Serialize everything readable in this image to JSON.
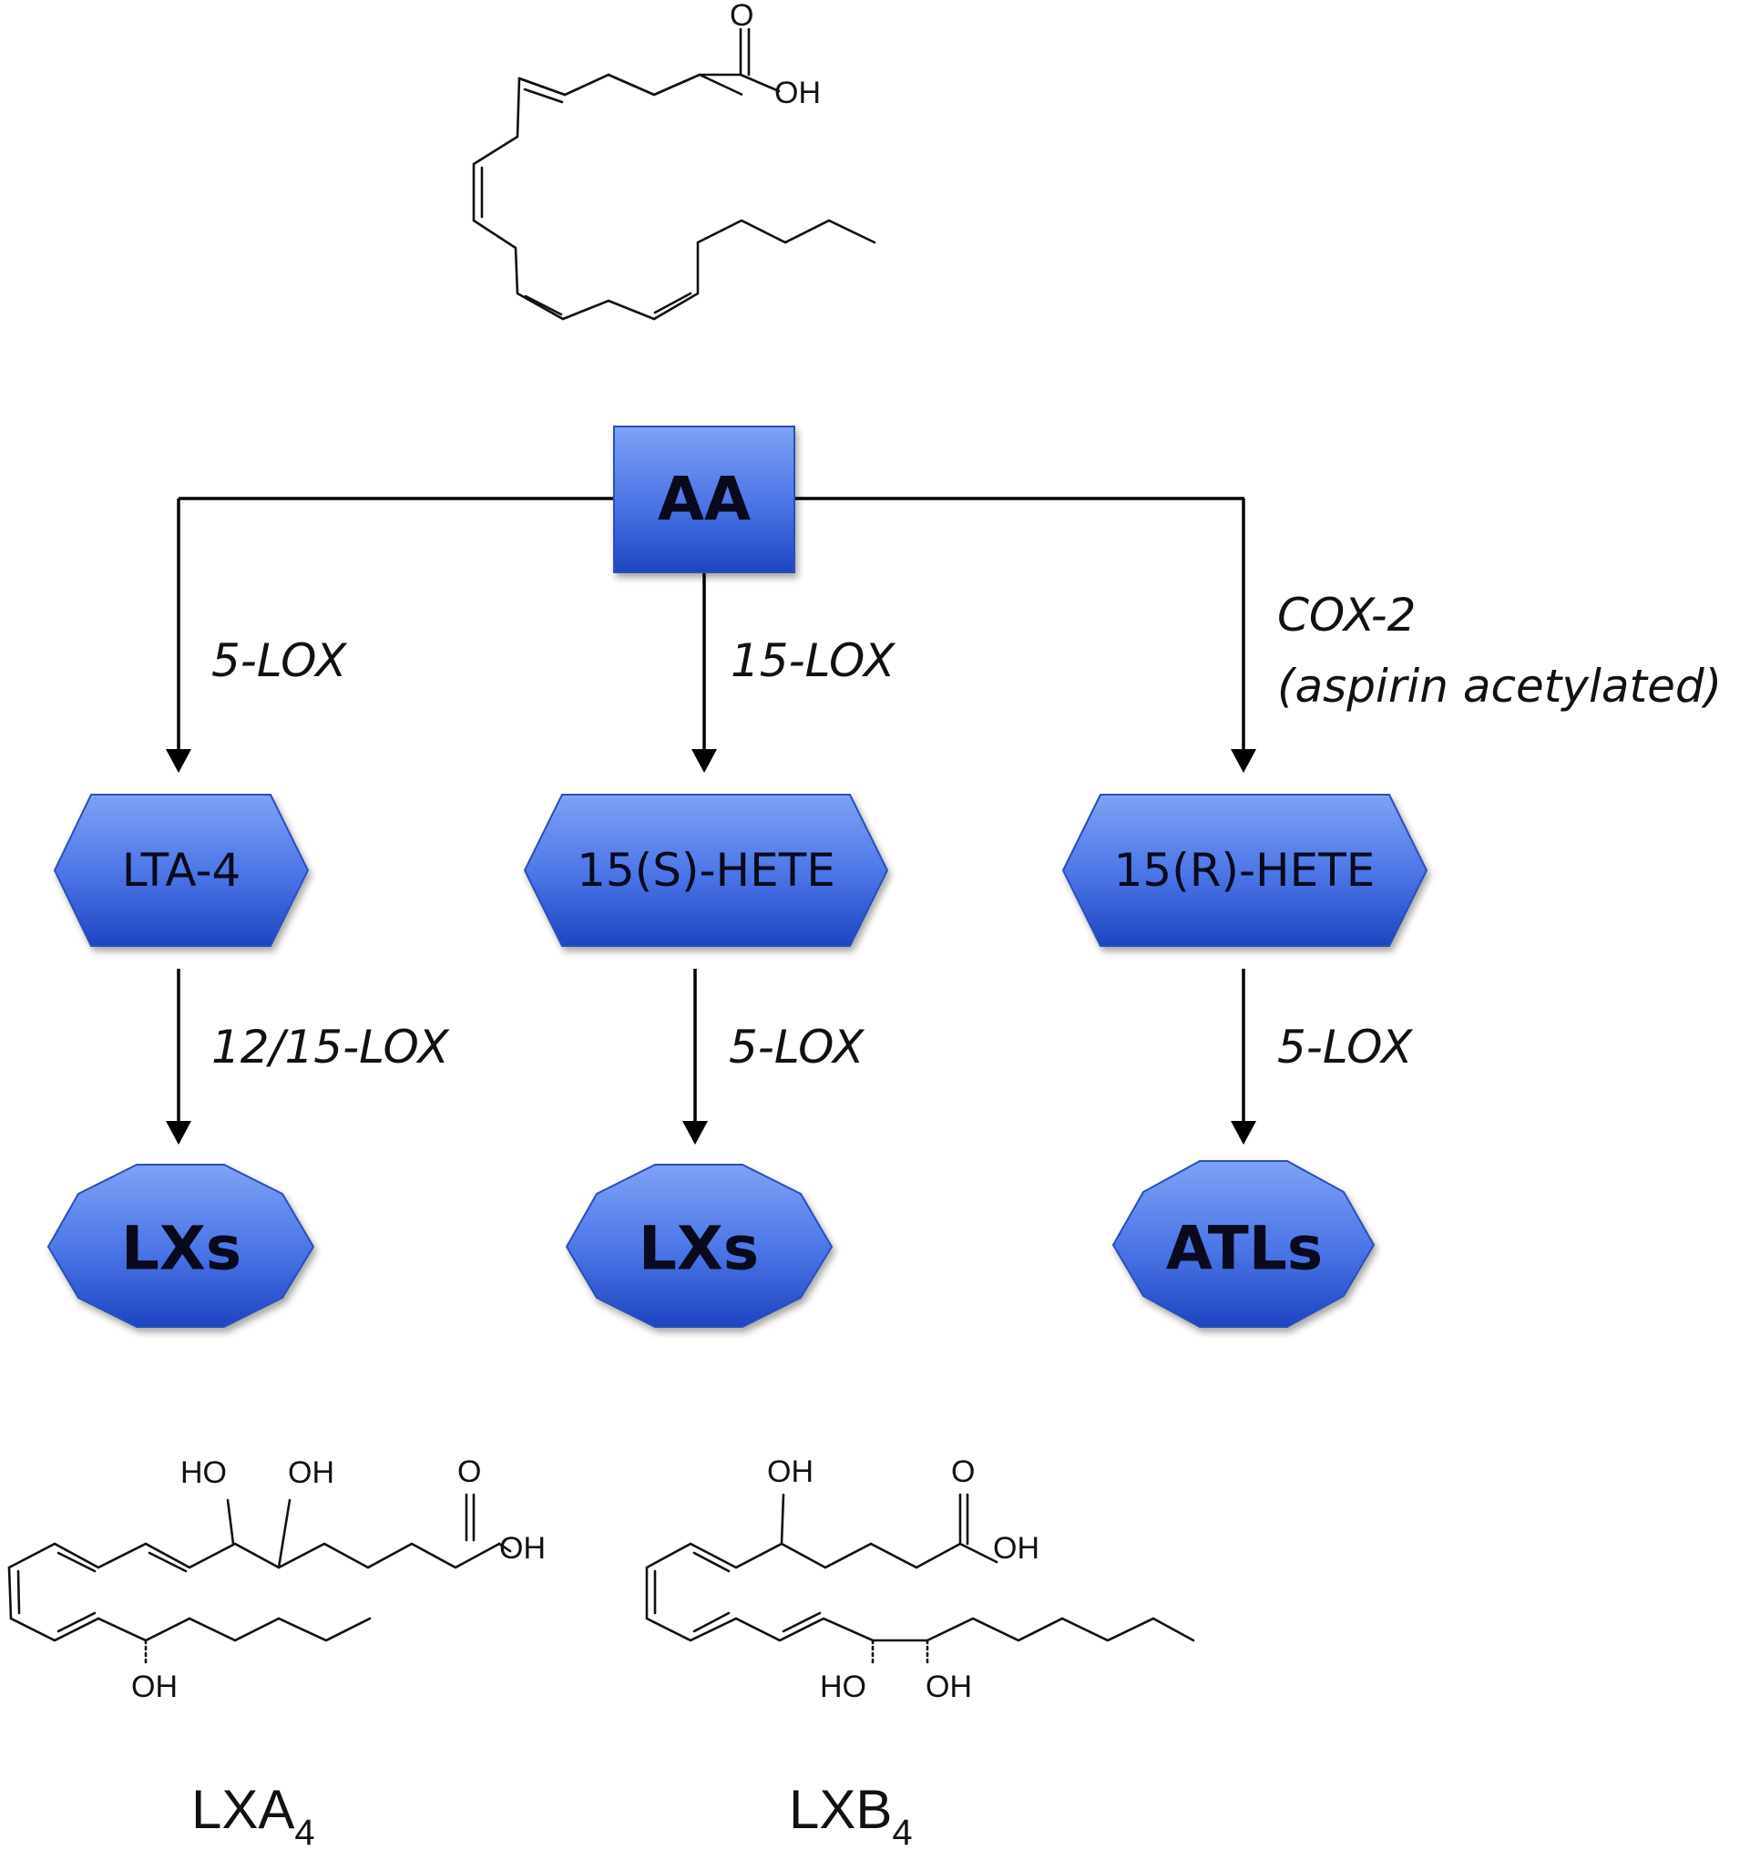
{
  "structures": {
    "arachidonic_acid": {
      "o_label": "O",
      "oh_label": "OH"
    },
    "lxa4": {
      "ho_label": "HO",
      "oh_label_1": "OH",
      "o_label": "O",
      "oh_label_2": "OH",
      "oh_label_3": "OH",
      "caption": "LXA",
      "caption_sub": "4"
    },
    "lxb4": {
      "oh_label_1": "OH",
      "o_label": "O",
      "oh_label_2": "OH",
      "ho_label": "HO",
      "oh_label_3": "OH",
      "caption": "LXB",
      "caption_sub": "4"
    }
  },
  "nodes": {
    "aa": "AA",
    "lta4": "LTA-4",
    "hete_s": "15(S)-HETE",
    "hete_r": "15(R)-HETE",
    "lxs_1": "LXs",
    "lxs_2": "LXs",
    "atls": "ATLs"
  },
  "edges": {
    "aa_lta4": "5-LOX",
    "aa_hete_s": "15-LOX",
    "aa_hete_r_1": "COX-2",
    "aa_hete_r_2": "(aspirin acetylated)",
    "lta4_lxs": "12/15-LOX",
    "hete_s_lxs": "5-LOX",
    "hete_r_atls": "5-LOX"
  },
  "colors": {
    "node_light": "#6f97f4",
    "node_dark": "#1f48c4",
    "node_stroke": "#2b4fb8",
    "line": "#000000"
  }
}
